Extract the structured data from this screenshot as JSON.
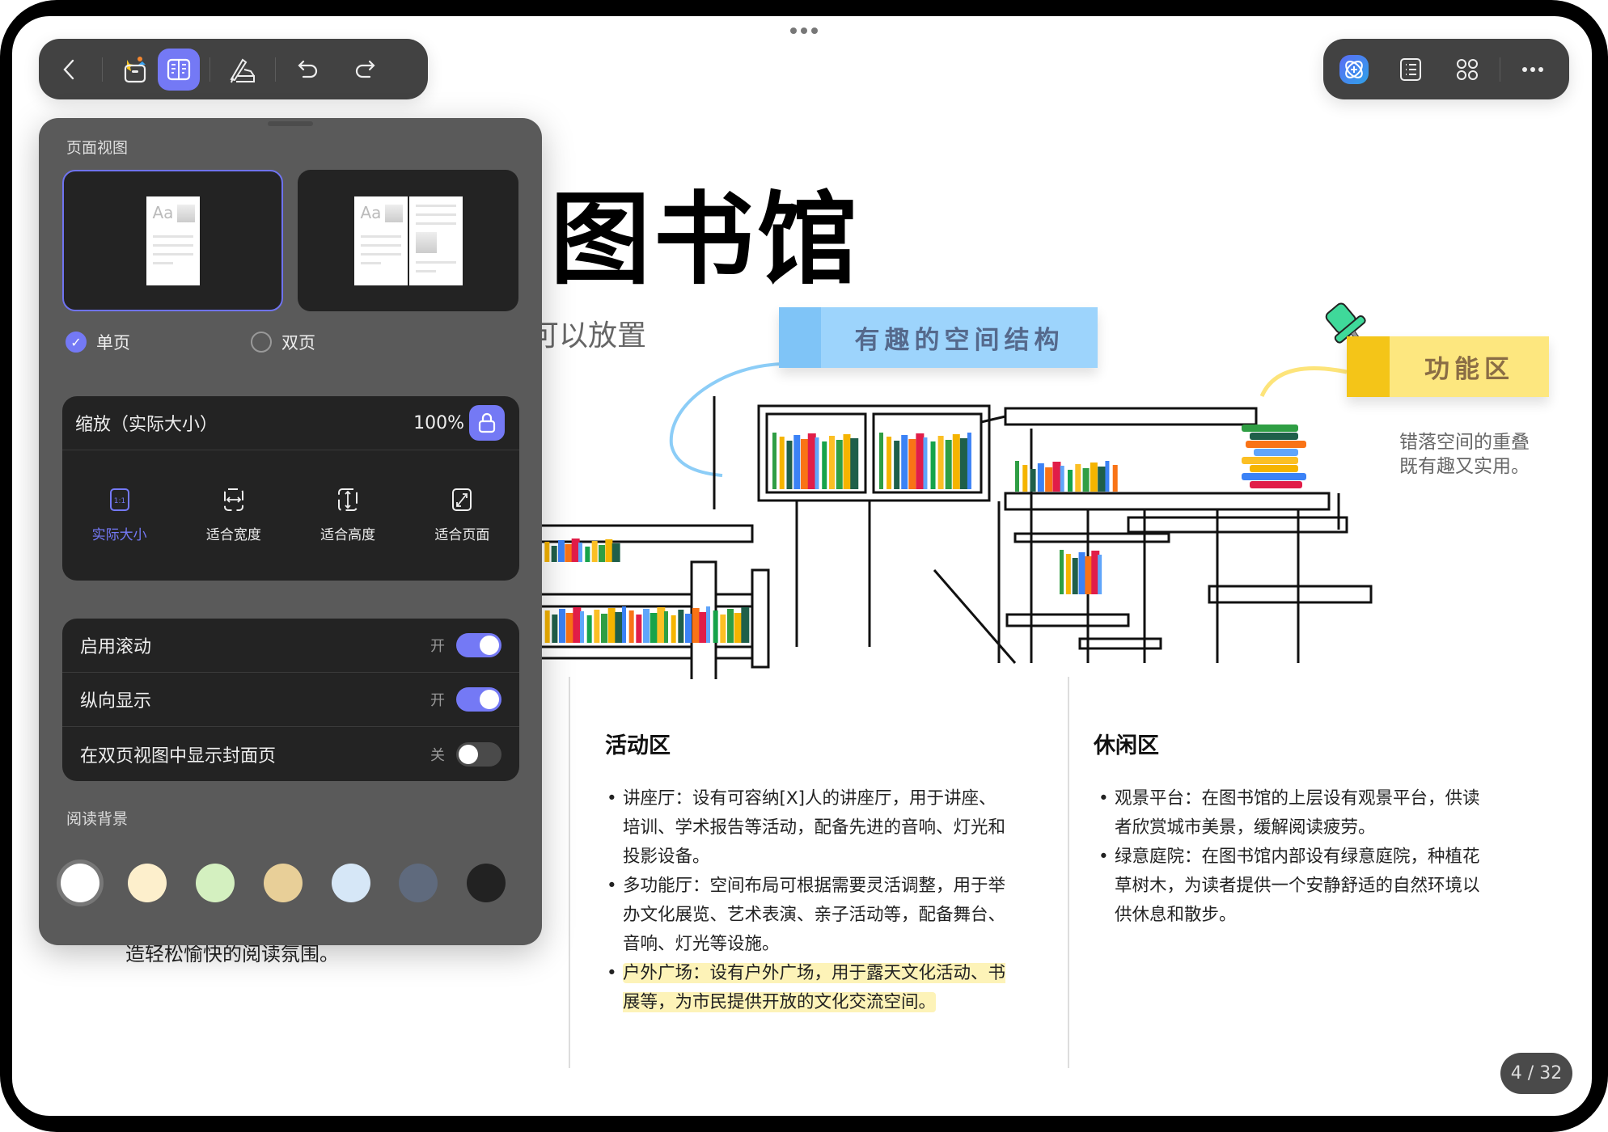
{
  "toolbar_left": {
    "back": "back-icon",
    "sticker": "sticker-icon",
    "page_view": "book-view-icon",
    "annotate": "hand-pen-icon",
    "undo": "undo-icon",
    "redo": "redo-icon"
  },
  "toolbar_right": {
    "ai": "ai-assistant-icon",
    "toc": "list-icon",
    "thumbnails": "grid-icon",
    "more": "more-icon"
  },
  "document": {
    "title": "图书馆",
    "subtext": "可以放置",
    "tag_blue": "有趣的空间结构",
    "tag_yellow": "功能区",
    "caption_lines": [
      "错落空间的重叠",
      "既有趣又实用。"
    ],
    "behind_panel_text": "造轻松愉快的阅读氛围。",
    "columns": [
      {
        "heading": "活动区",
        "items": [
          "讲座厅：设有可容纳[X]人的讲座厅，用于讲座、培训、学术报告等活动，配备先进的音响、灯光和投影设备。",
          "多功能厅：空间布局可根据需要灵活调整，用于举办文化展览、艺术表演、亲子活动等，配备舞台、音响、灯光等设施。",
          "户外广场：设有户外广场，用于露天文化活动、书展等，为市民提供开放的文化交流空间。"
        ]
      },
      {
        "heading": "休闲区",
        "items": [
          "观景平台：在图书馆的上层设有观景平台，供读者欣赏城市美景，缓解阅读疲劳。",
          "绿意庭院：在图书馆内部设有绿意庭院，种植花草树木，为读者提供一个安静舒适的自然环境以供休息和散步。"
        ]
      }
    ],
    "page_indicator": "4 / 32"
  },
  "panel": {
    "page_view_label": "页面视图",
    "single_label": "单页",
    "double_label": "双页",
    "selected_view": "单页",
    "zoom_label": "缩放（实际大小）",
    "zoom_value": "100%",
    "zoom_options": [
      {
        "label": "实际大小",
        "icon_text": "1:1",
        "active": true
      },
      {
        "label": "适合宽度",
        "active": false
      },
      {
        "label": "适合高度",
        "active": false
      },
      {
        "label": "适合页面",
        "active": false
      }
    ],
    "toggles": [
      {
        "label": "启用滚动",
        "state": "开",
        "on": true
      },
      {
        "label": "纵向显示",
        "state": "开",
        "on": true
      },
      {
        "label": "在双页视图中显示封面页",
        "state": "关",
        "on": false
      }
    ],
    "background_label": "阅读背景",
    "background_colors": [
      "#ffffff",
      "#fdefcc",
      "#d4f0c0",
      "#e8cf98",
      "#d6e7f7",
      "#5f6a7d",
      "#222222"
    ],
    "selected_background": "#ffffff"
  },
  "colors": {
    "accent": "#7479f5",
    "tag_blue": "#9dd4fc",
    "tag_yellow": "#fde57f",
    "highlight": "#fdf3b8"
  }
}
